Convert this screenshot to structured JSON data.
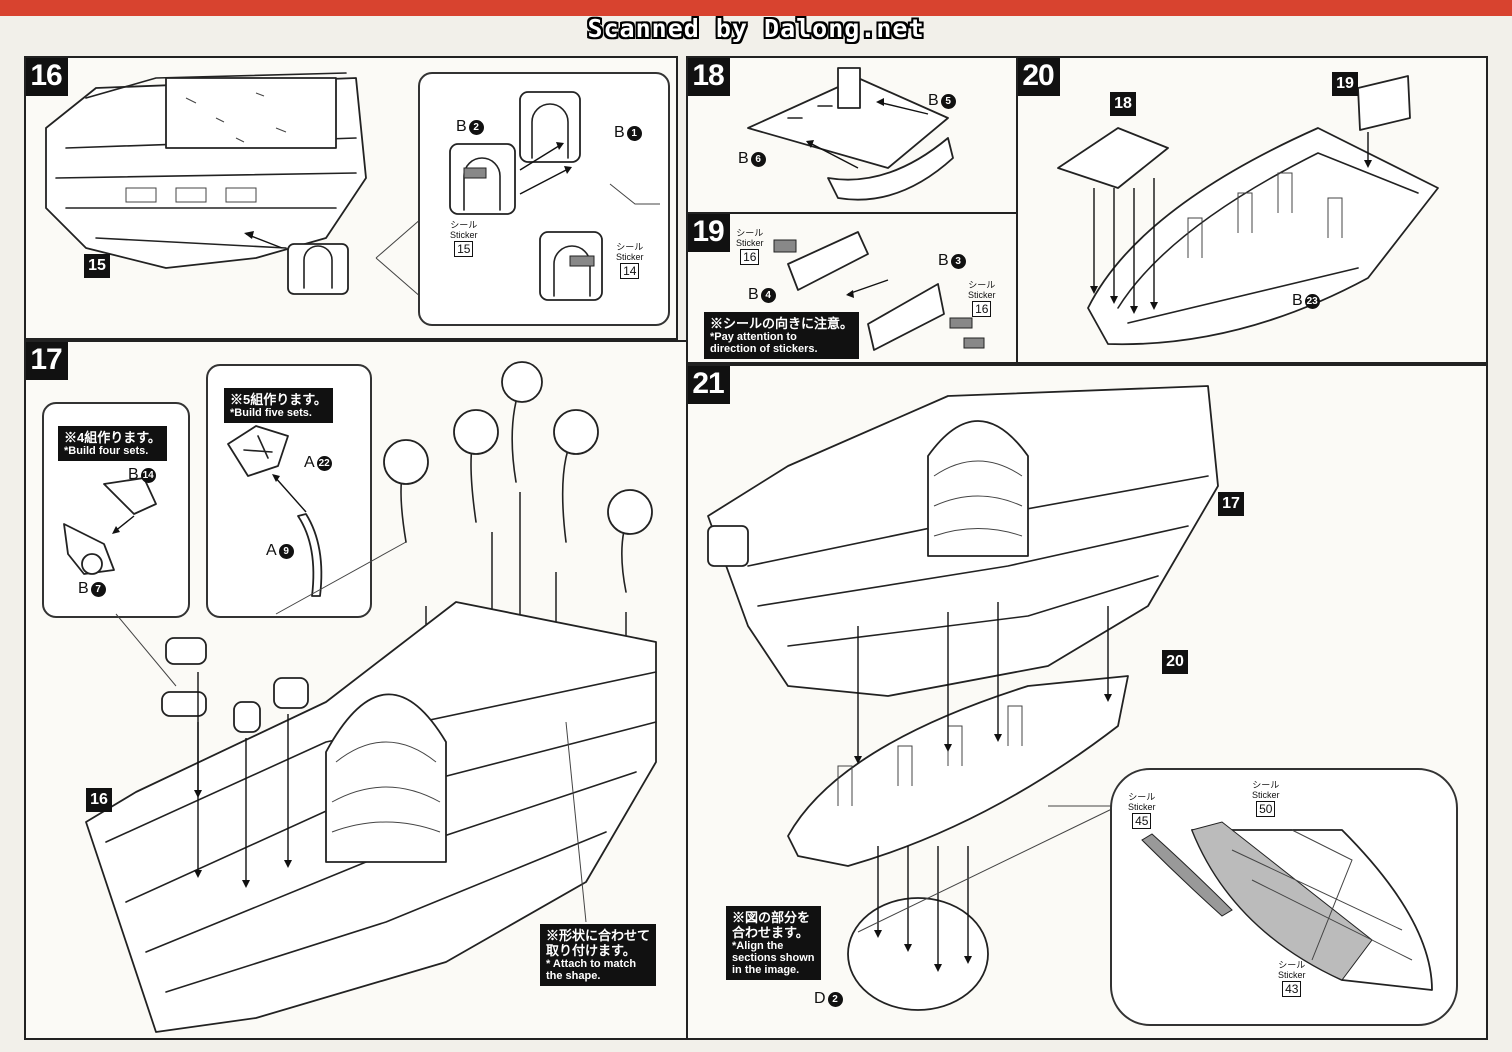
{
  "header": {
    "scan_credit": "Scanned by Dalong.net"
  },
  "steps": {
    "s16": {
      "num": "16",
      "ref_15": "15",
      "b2": "B",
      "b2_badge": "2",
      "b1": "B",
      "b1_badge": "1",
      "sticker15_a": "シール",
      "sticker15_b": "Sticker",
      "sticker15_n": "15",
      "sticker14_a": "シール",
      "sticker14_b": "Sticker",
      "sticker14_n": "14"
    },
    "s17": {
      "num": "17",
      "ref_16": "16",
      "note4_jp": "※4組作ります。",
      "note4_en": "*Build four sets.",
      "note5_jp": "※5組作ります。",
      "note5_en": "*Build five sets.",
      "b14": "B",
      "b14_badge": "14",
      "b7": "B",
      "b7_badge": "7",
      "a22": "A",
      "a22_badge": "22",
      "a9": "A",
      "a9_badge": "9",
      "attach_jp1": "※形状に合わせて",
      "attach_jp2": "取り付けます。",
      "attach_en1": "* Attach to match",
      "attach_en2": "the shape."
    },
    "s18": {
      "num": "18",
      "b5": "B",
      "b5_badge": "5",
      "b6": "B",
      "b6_badge": "6"
    },
    "s19": {
      "num": "19",
      "b3": "B",
      "b3_badge": "3",
      "b4": "B",
      "b4_badge": "4",
      "sticker16a_a": "シール",
      "sticker16a_b": "Sticker",
      "sticker16a_n": "16",
      "sticker16b_a": "シール",
      "sticker16b_b": "Sticker",
      "sticker16b_n": "16",
      "note_jp": "※シールの向きに注意。",
      "note_en1": "*Pay attention to",
      "note_en2": "direction of stickers."
    },
    "s20": {
      "num": "20",
      "ref_18": "18",
      "ref_19": "19",
      "b23": "B",
      "b23_badge": "23"
    },
    "s21": {
      "num": "21",
      "ref_17": "17",
      "ref_20": "20",
      "d2": "D",
      "d2_badge": "2",
      "align_jp1": "※図の部分を",
      "align_jp2": "合わせます。",
      "align_en1": "*Align the",
      "align_en2": "sections shown",
      "align_en3": "in the image.",
      "sticker45_a": "シール",
      "sticker45_b": "Sticker",
      "sticker45_n": "45",
      "sticker50_a": "シール",
      "sticker50_b": "Sticker",
      "sticker50_n": "50",
      "sticker43_a": "シール",
      "sticker43_b": "Sticker",
      "sticker43_n": "43"
    }
  }
}
